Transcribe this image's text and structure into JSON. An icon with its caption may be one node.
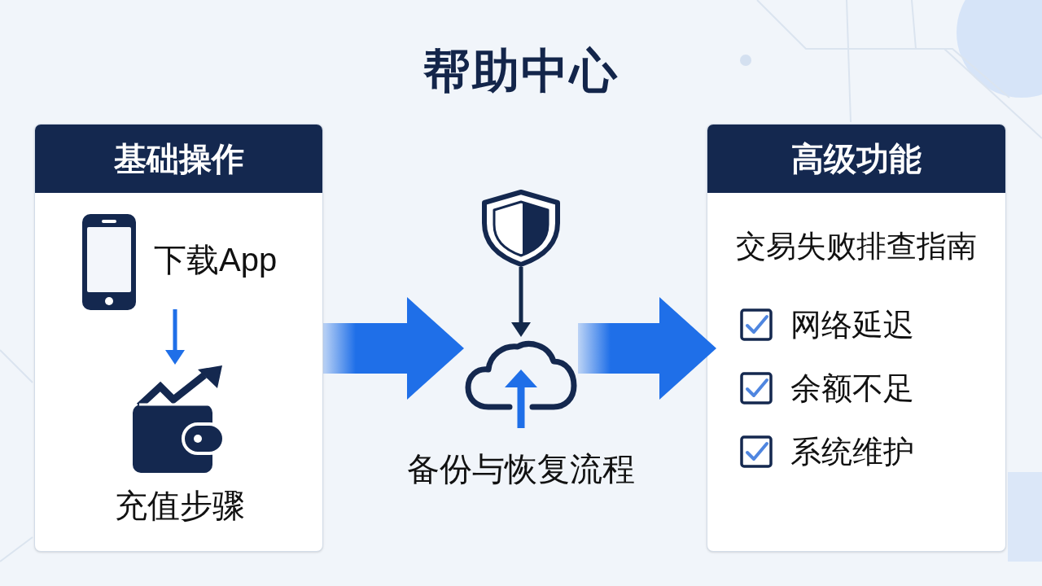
{
  "diagram": {
    "title": "帮助中心",
    "nodes": [
      {
        "text": [
          "基础操作"
        ]
      },
      {
        "text": [],
        "shape": "picture",
        "in": 0,
        "beside": [
          "下载App"
        ]
      },
      {
        "text": [],
        "shape": "picture",
        "in": 0,
        "beside": [
          "充值步骤"
        ]
      },
      {
        "text": [],
        "shape": "picture"
      },
      {
        "text": [],
        "shape": "picture",
        "beside": [
          "备份与恢复流程"
        ]
      },
      {
        "text": [
          "高级功能",
          "交易失败排查指南",
          "网络延迟",
          "余额不足",
          "系统维护"
        ]
      }
    ],
    "edges": [
      {
        "from": 1,
        "to": 2,
        "arrow": "to"
      },
      {
        "from": 3,
        "to": 4,
        "arrow": "to",
        "color": "#13294b"
      },
      {
        "from": 0,
        "to": 4,
        "arrow": "to",
        "style": "thick"
      },
      {
        "from": 4,
        "to": 5,
        "arrow": "to",
        "style": "thick"
      }
    ]
  }
}
